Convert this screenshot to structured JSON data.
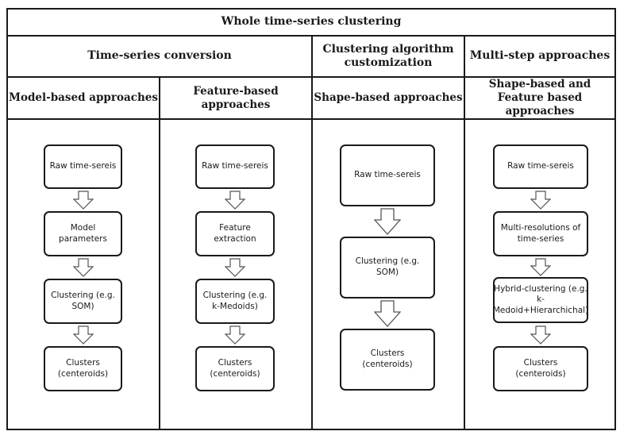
{
  "title": "Whole time-series clustering",
  "categories": {
    "conversion": "Time-series conversion",
    "algorithm": "Clustering algorithm customization",
    "multistep": "Multi-step approaches"
  },
  "approaches": {
    "model": "Model-based approaches",
    "feature": "Feature-based approaches",
    "shape": "Shape-based approaches",
    "shape_feature": "Shape-based and Feature based approaches"
  },
  "flows": {
    "model": [
      "Raw time-sereis",
      "Model parameters",
      "Clustering (e.g. SOM)",
      "Clusters (centeroids)"
    ],
    "feature": [
      "Raw time-sereis",
      "Feature extraction",
      "Clustering (e.g. k-Medoids)",
      "Clusters (centeroids)"
    ],
    "shape": [
      "Raw time-sereis",
      "Clustering (e.g. SOM)",
      "Clusters (centeroids)"
    ],
    "multistep": [
      "Raw time-sereis",
      "Multi-resolutions of time-series",
      "Hybrid-clustering (e.g. k-Medoid+Hierarchichal)",
      "Clusters (centeroids)"
    ]
  }
}
